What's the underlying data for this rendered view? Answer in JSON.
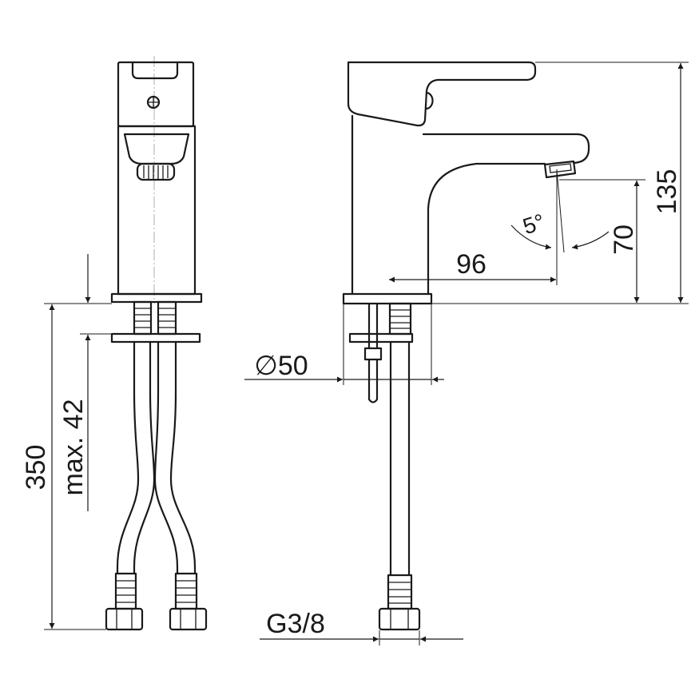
{
  "dimensions": {
    "overall_height": "135",
    "spout_height": "70",
    "spout_reach": "96",
    "spout_angle": "5°",
    "base_diameter": "∅50",
    "hose_length": "350",
    "max_counter_thickness": "max. 42",
    "connection_thread": "G3/8"
  },
  "colors": {
    "line": "#1a1a1a",
    "background": "#ffffff"
  }
}
